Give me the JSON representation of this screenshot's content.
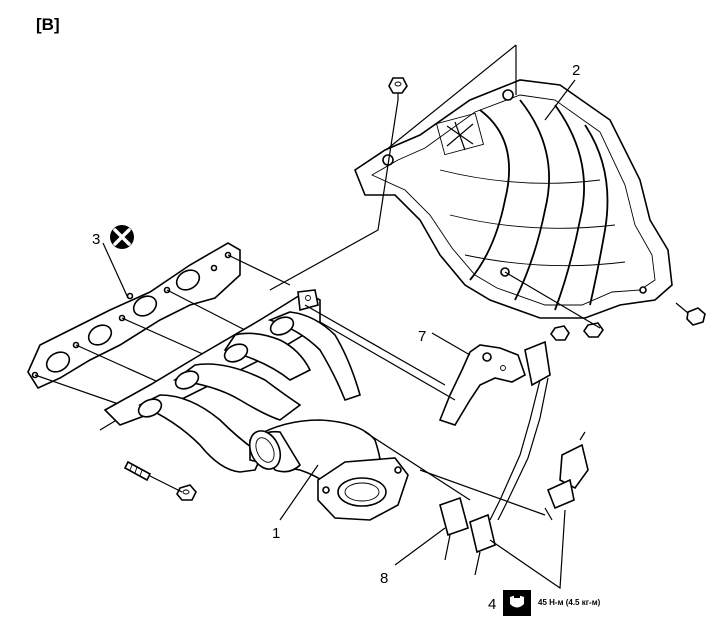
{
  "view_label": "[B]",
  "callouts": {
    "c1": "1",
    "c2": "2",
    "c3": "3",
    "c4": "4",
    "c7": "7",
    "c8": "8"
  },
  "torque_spec": "45 Н-м (4.5 кг-м)",
  "icons": {
    "reuse": "replace-part-icon",
    "torque": "torque-wrench-icon"
  }
}
